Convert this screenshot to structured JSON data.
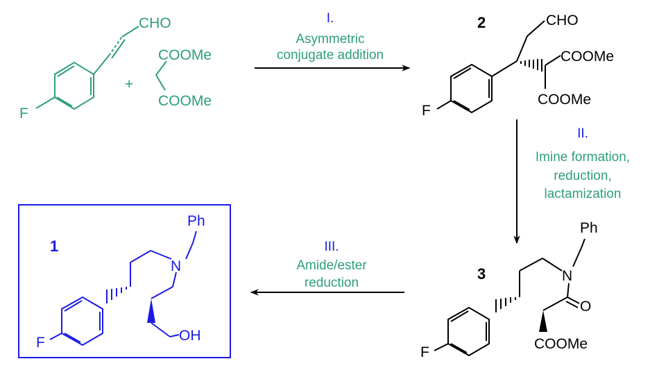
{
  "colors": {
    "reagent": "#2e9e78",
    "bond": "#000000",
    "step_numeral": "#1a1ae6",
    "product_box": "#1a1ae6",
    "product": "#1a1ae6"
  },
  "reactants": {
    "aldehyde": {
      "cho": "CHO",
      "f": "F"
    },
    "malonate": {
      "ester_top": "COOMe",
      "ester_bottom": "COOMe"
    },
    "plus": "+"
  },
  "steps": [
    {
      "numeral": "I.",
      "lines": [
        "Asymmetric",
        "conjugate addition"
      ]
    },
    {
      "numeral": "II.",
      "lines": [
        "Imine formation,",
        "reduction,",
        "lactamization"
      ]
    },
    {
      "numeral": "III.",
      "lines": [
        "Amide/ester",
        "reduction"
      ]
    }
  ],
  "compounds": {
    "c2": {
      "number": "2",
      "cho": "CHO",
      "ester_top": "COOMe",
      "ester_bottom": "COOMe",
      "f": "F"
    },
    "c3": {
      "number": "3",
      "ph": "Ph",
      "n": "N",
      "o": "O",
      "ester": "COOMe",
      "f": "F"
    },
    "c1": {
      "number": "1",
      "ph": "Ph",
      "n": "N",
      "oh": "OH",
      "f": "F"
    }
  }
}
